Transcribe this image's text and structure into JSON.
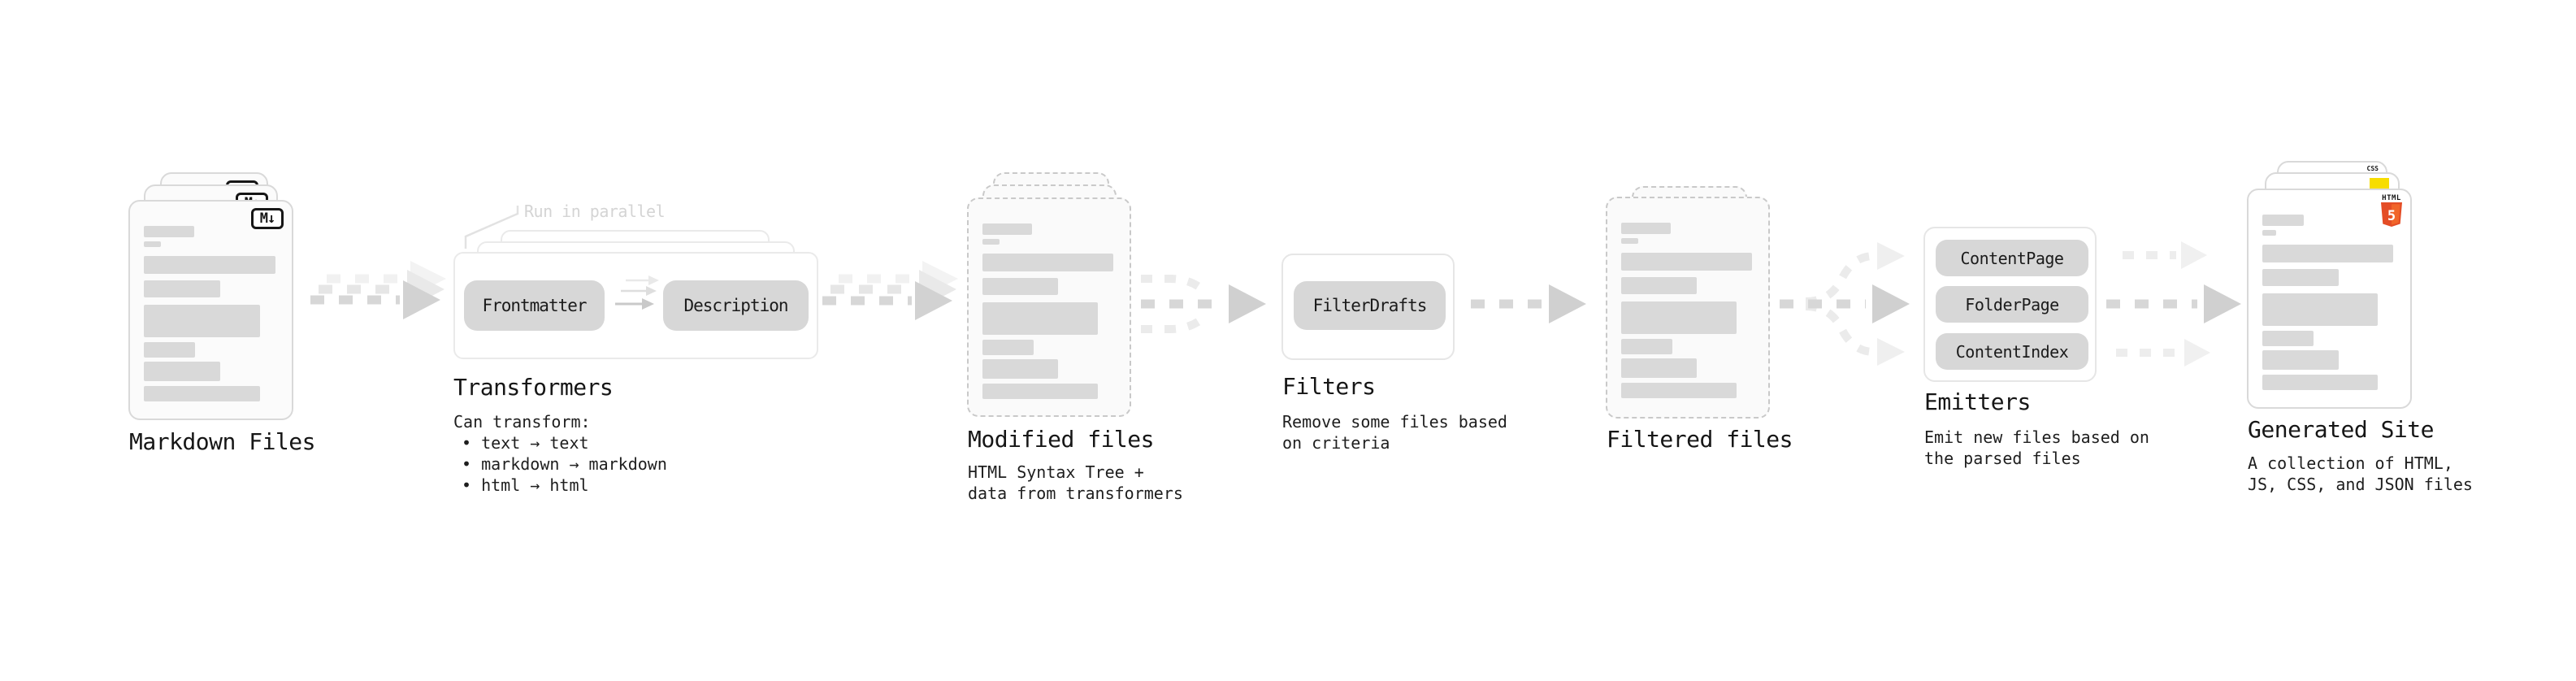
{
  "diagram": {
    "markdown_files": {
      "label": "Markdown Files",
      "file_icon": "M↓"
    },
    "transformers": {
      "annotation": "Run in parallel",
      "input_pill": "Frontmatter",
      "output_pill": "Description",
      "label": "Transformers",
      "description_title": "Can transform:",
      "bullets": [
        "• text → text",
        "• markdown → markdown",
        "• html → html"
      ]
    },
    "modified_files": {
      "label": "Modified files",
      "description": [
        "HTML Syntax Tree +",
        "data from transformers"
      ]
    },
    "filters": {
      "pill": "FilterDrafts",
      "label": "Filters",
      "description": [
        "Remove some files based",
        "on criteria"
      ]
    },
    "filtered_files": {
      "label": "Filtered files"
    },
    "emitters": {
      "pills": [
        "ContentPage",
        "FolderPage",
        "ContentIndex"
      ],
      "label": "Emitters",
      "description": [
        "Emit new files based on",
        "the parsed files"
      ]
    },
    "generated_site": {
      "label": "Generated Site",
      "description": [
        "A collection of HTML,",
        "JS, CSS, and JSON files"
      ],
      "css_badge": "CSS",
      "html_badge_text": "HTML",
      "html_badge_number": "5"
    }
  },
  "colors": {
    "html5_orange": "#e44d26",
    "html5_orange_light": "#f16529",
    "js_yellow": "#f7dd00",
    "css_blue": "#2f62e0",
    "pill_gray": "#d7d7d7",
    "bar_gray": "#d9d9d9"
  }
}
